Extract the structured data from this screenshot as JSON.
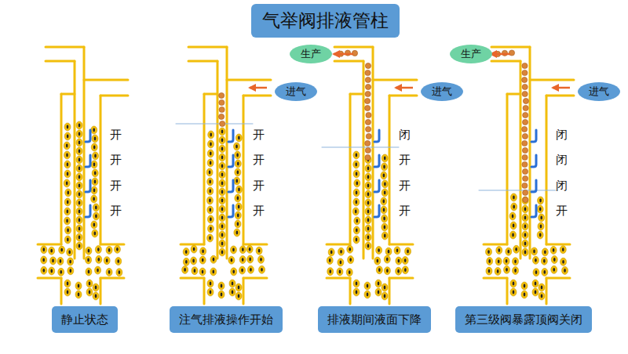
{
  "diagram": {
    "title": "气举阀排液管柱",
    "nodes": [
      {
        "text": [
          "进气"
        ]
      },
      {
        "text": [
          "生产"
        ]
      },
      {
        "text": [
          "进气"
        ]
      },
      {
        "text": [
          "生产"
        ]
      },
      {
        "text": [
          "进气"
        ]
      },
      {
        "text": [
          "静止状态"
        ]
      },
      {
        "text": [
          "注气排液操作开始"
        ]
      },
      {
        "text": [
          "排液期间液面下降"
        ]
      },
      {
        "text": [
          "第三级阀暴露顶阀关闭"
        ]
      }
    ],
    "labels": [
      "开",
      "开",
      "开",
      "开",
      "开",
      "开",
      "开",
      "开",
      "闭",
      "开",
      "开",
      "开",
      "闭",
      "闭",
      "闭",
      "开"
    ]
  }
}
